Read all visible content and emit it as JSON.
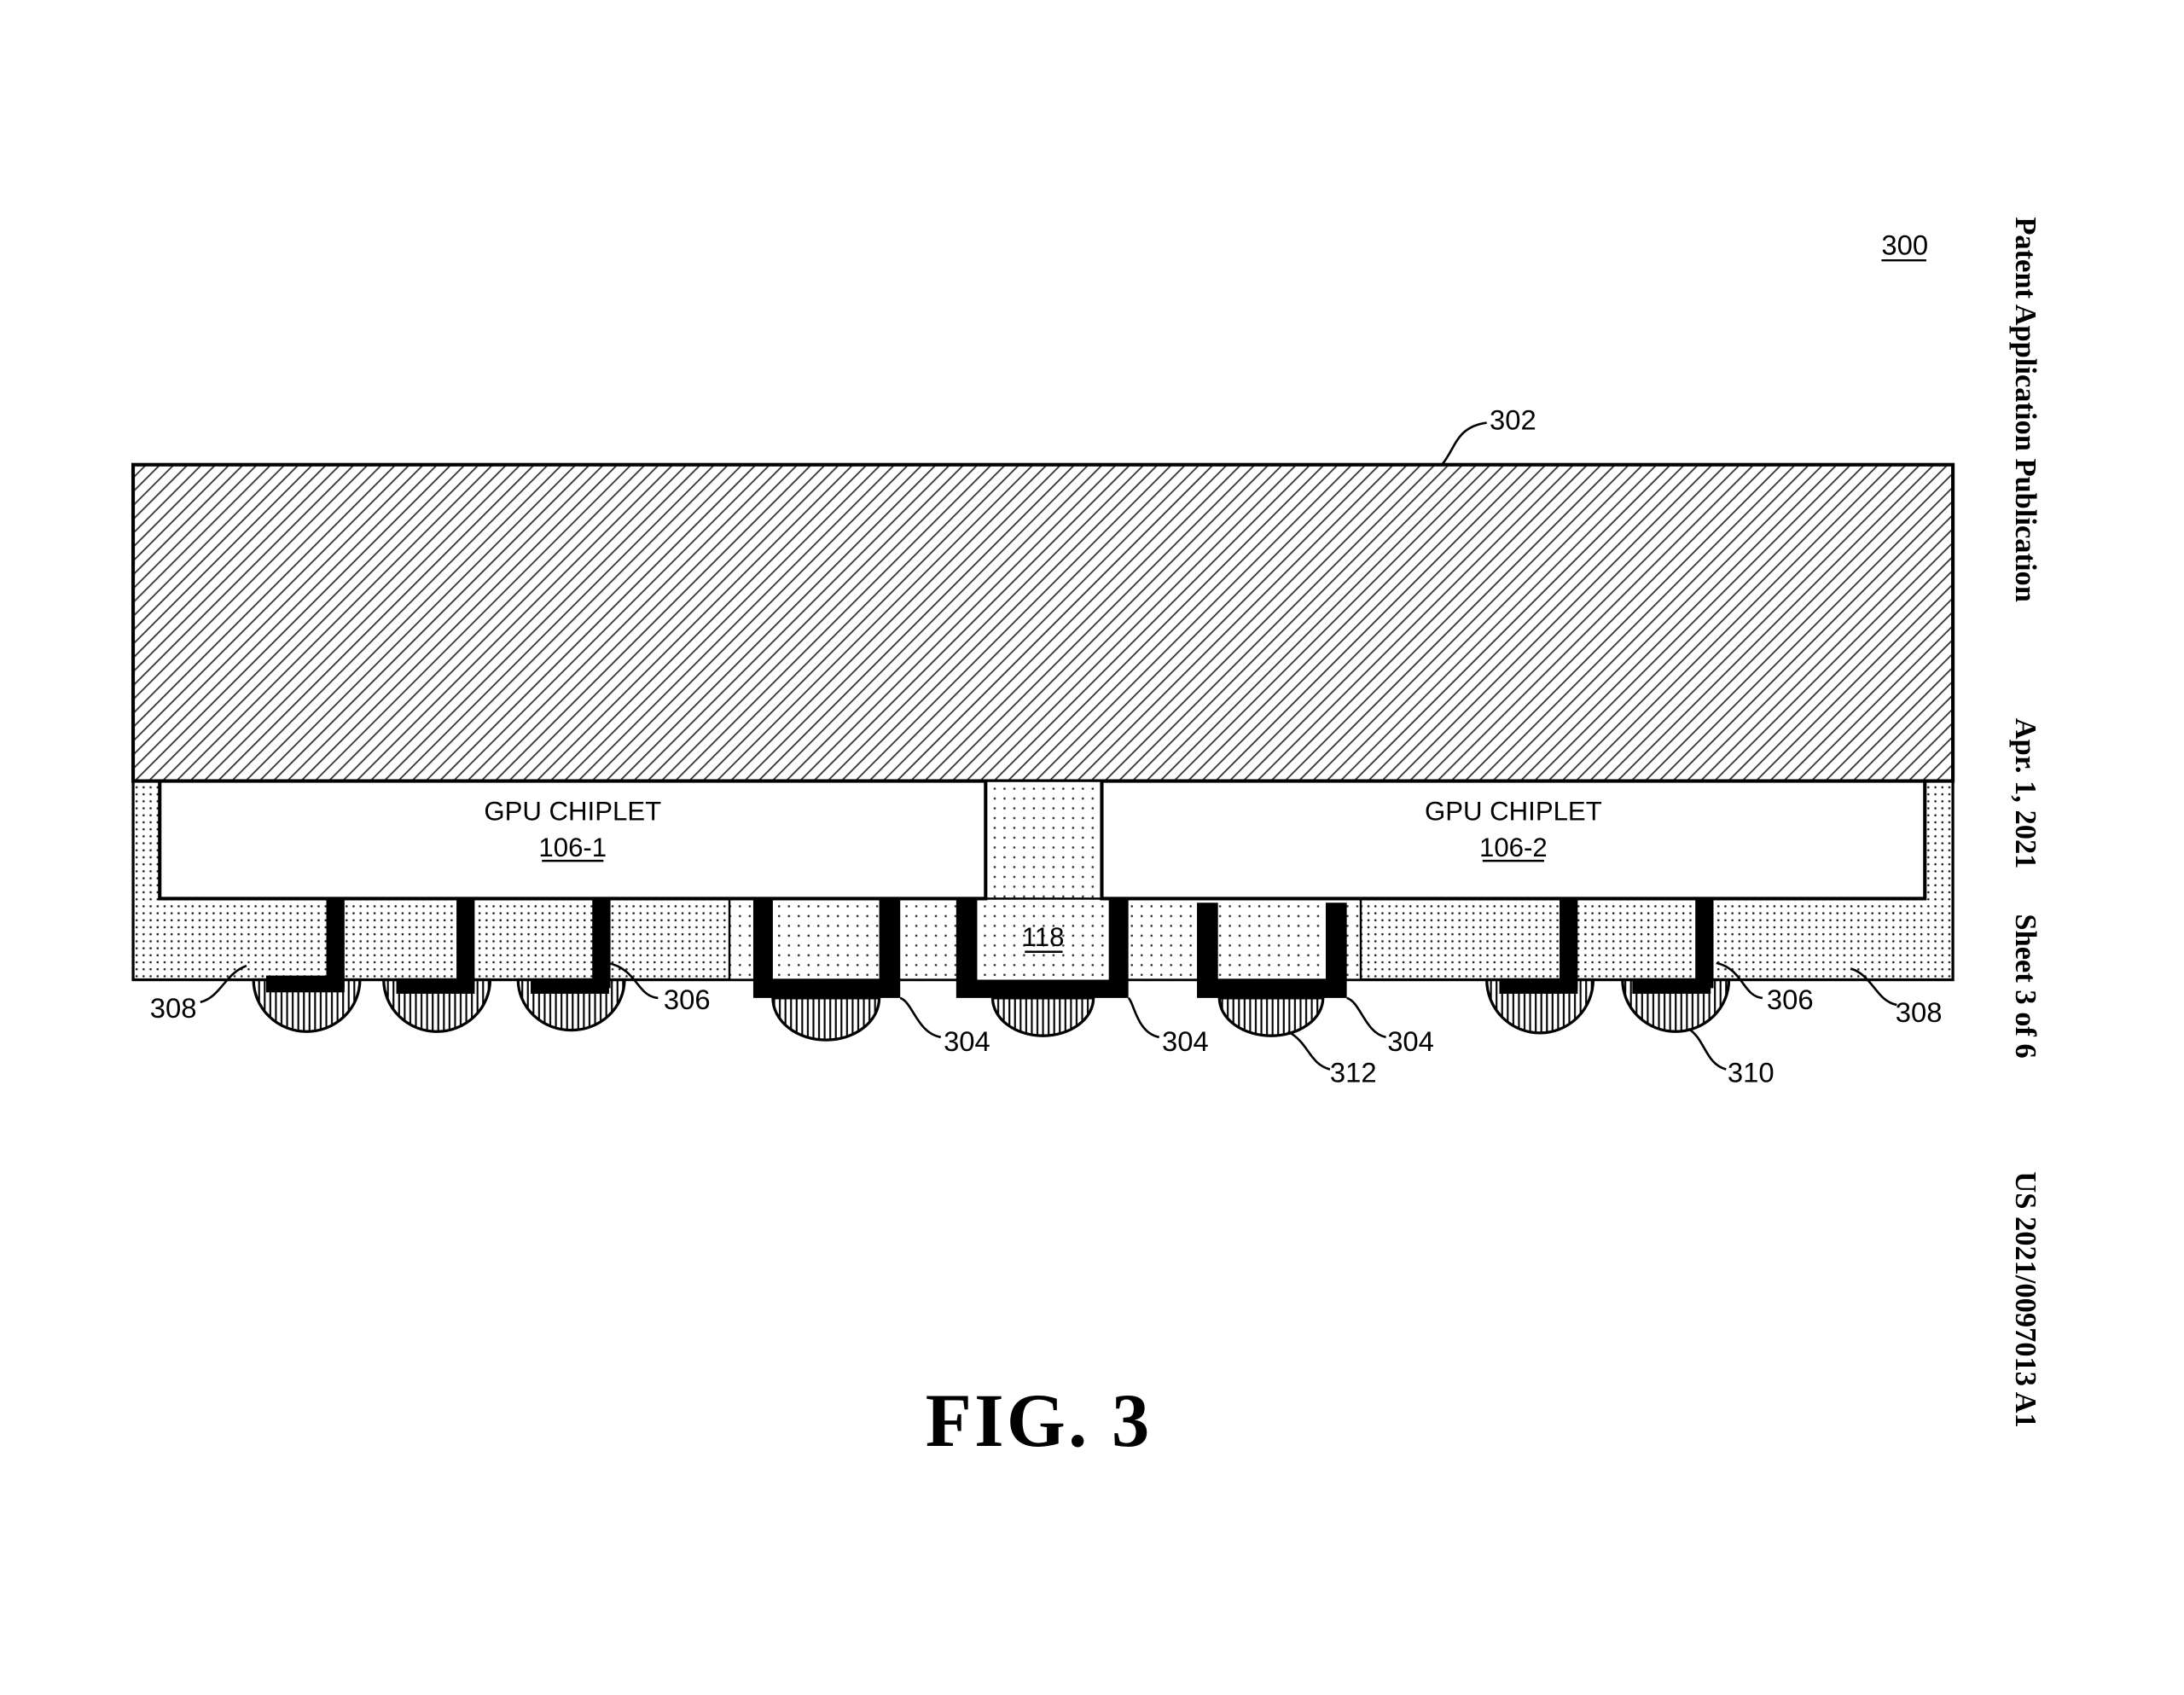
{
  "header": {
    "publication": "Patent Application Publication",
    "date": "Apr. 1, 2021",
    "sheet": "Sheet 3 of 6",
    "number": "US 2021/0097013 A1"
  },
  "figure": {
    "ref": "300",
    "caption": "FIG. 3"
  },
  "components": {
    "chiplet1": {
      "title": "GPU CHIPLET",
      "ref": "106-1"
    },
    "chiplet2": {
      "title": "GPU CHIPLET",
      "ref": "106-2"
    },
    "bridge_ref": "118"
  },
  "labels": {
    "carrier": "302",
    "mold_left": "308",
    "mold_right": "308",
    "pillar_left": "306",
    "pillar_right": "306",
    "via_a": "304",
    "via_b": "304",
    "via_c": "304",
    "bump_large": "312",
    "bump_small": "310"
  }
}
